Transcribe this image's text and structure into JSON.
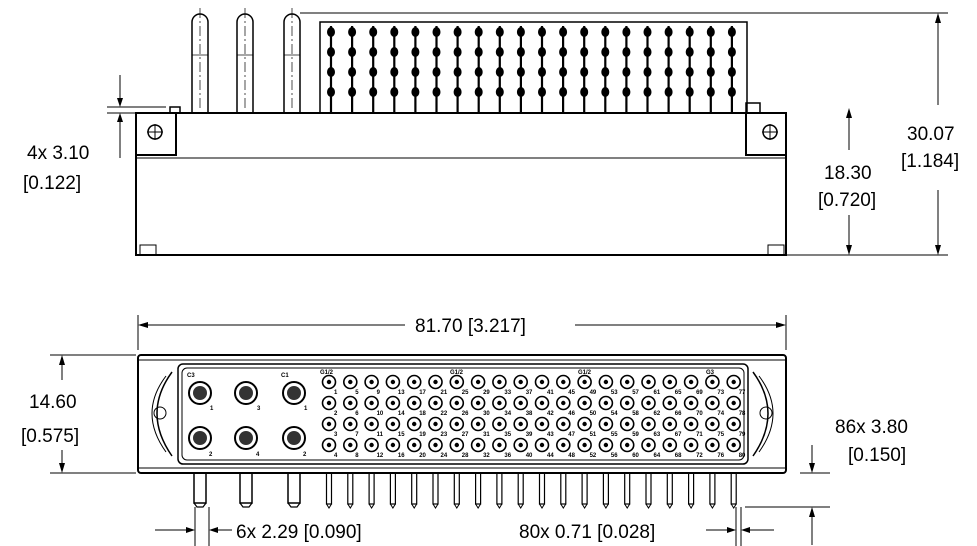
{
  "side_view": {
    "mount_hole_dim": [
      "4x 3.10",
      "[0.122]"
    ],
    "body_height_dim": [
      "18.30",
      "[0.720]"
    ],
    "total_height_dim": [
      "30.07",
      "[1.184]"
    ]
  },
  "front_view": {
    "width_dim": "81.70 [3.217]",
    "height_dim": [
      "14.60",
      "[0.575]"
    ],
    "contact_pitch_dim": [
      "86x 3.80",
      "[0.150]"
    ],
    "coax_pin_dim": "6x 2.29 [0.090]",
    "signal_pin_dim": "80x 0.71 [0.028]",
    "coax_labels": {
      "top_row": [
        {
          "code": "C3",
          "number": "1"
        },
        {
          "code": "",
          "number": "3"
        },
        {
          "code": "C1",
          "number": "1"
        }
      ],
      "bottom_row": [
        {
          "number": "2"
        },
        {
          "number": "4"
        },
        {
          "number": "2"
        }
      ]
    },
    "section_labels": [
      "G1/2",
      "G1/2",
      "G1/2",
      "G3"
    ],
    "signal_grid": {
      "columns": 20,
      "rows": 4
    }
  }
}
